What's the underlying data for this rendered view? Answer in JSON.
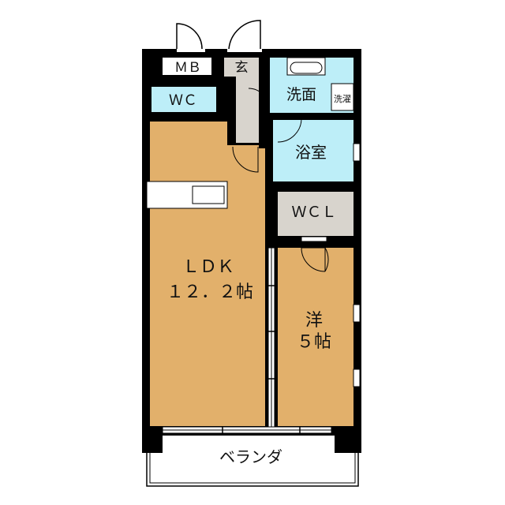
{
  "rooms": {
    "mb": "ＭＢ",
    "genkan": "玄",
    "wc": "ＷＣ",
    "senmen": "洗面",
    "sentaku": "洗濯",
    "yokushitsu": "浴室",
    "wcl": "ＷＣＬ",
    "ldk_name": "ＬＤＫ",
    "ldk_size": "１２．２帖",
    "yo_name": "洋",
    "yo_size": "５帖",
    "veranda": "ベランダ"
  },
  "colors": {
    "wall": "#000000",
    "wood": "#e2b06b",
    "wet": "#bdeef8",
    "gray": "#d8d4cd",
    "background": "#ffffff"
  }
}
